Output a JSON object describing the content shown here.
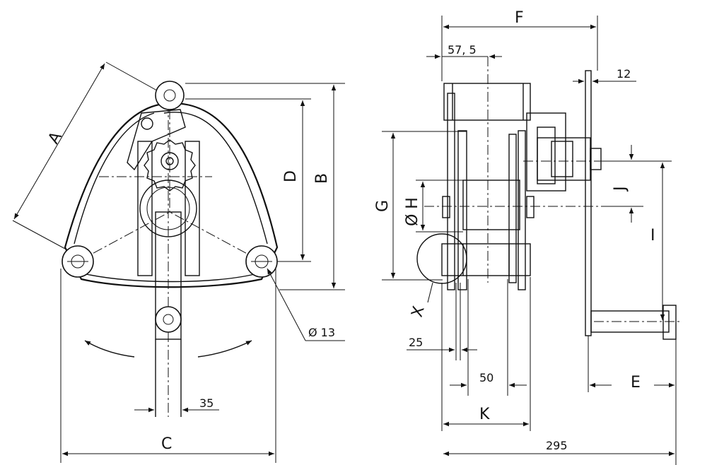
{
  "labels": {
    "A": "A",
    "B": "B",
    "C": "C",
    "D": "D",
    "E": "E",
    "F": "F",
    "G": "G",
    "H": "Ø H",
    "I": "I",
    "J": "J",
    "K": "K",
    "X": "X"
  },
  "dimensions": {
    "d35": "35",
    "d13": "Ø 13",
    "d57_5": "57, 5",
    "d12": "12",
    "d25": "25",
    "d50": "50",
    "d295": "295"
  }
}
